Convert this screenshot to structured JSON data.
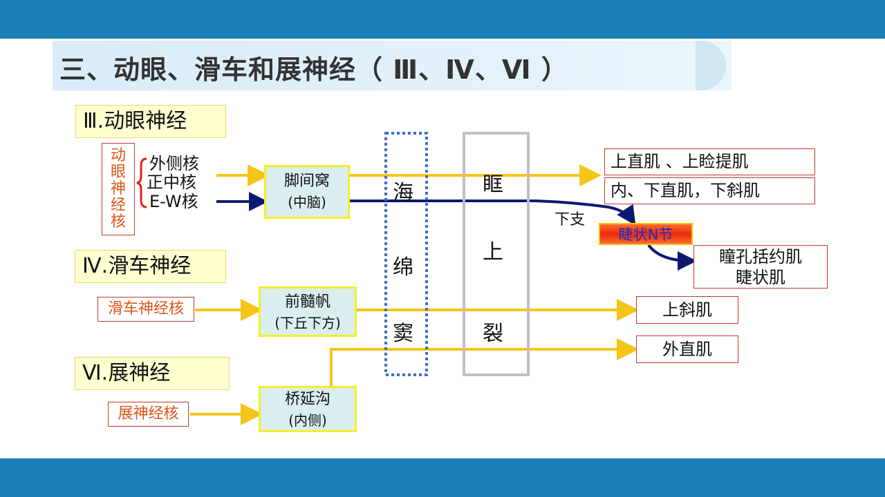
{
  "title": "三、动眼、滑车和展神经（ Ⅲ、Ⅳ、Ⅵ ）",
  "nerves": {
    "oculomotor": {
      "title": "Ⅲ.动眼神经",
      "nucleus_group": "动眼神经核",
      "nuclei": [
        "外侧核",
        "正中核",
        "E-W核"
      ],
      "location": [
        "脚间窝",
        "(中脑)"
      ],
      "branch_label": "下支",
      "targets": [
        "上直肌 、上睑提肌",
        "内、下直肌，下斜肌"
      ],
      "ganglion": "睫状N节",
      "ganglion_targets": [
        "瞳孔括约肌",
        "睫状肌"
      ]
    },
    "trochlear": {
      "title": "Ⅳ.滑车神经",
      "nucleus": "滑车神经核",
      "location": [
        "前髓帆",
        "(下丘下方)"
      ],
      "target": "上斜肌"
    },
    "abducens": {
      "title": "Ⅵ.展神经",
      "nucleus": "展神经核",
      "location": [
        "桥延沟",
        "(内侧)"
      ],
      "target": "外直肌"
    }
  },
  "structures": {
    "cavernous_sinus": [
      "海",
      "绵",
      "窦"
    ],
    "superior_orbital_fissure": [
      "眶",
      "上",
      "裂"
    ]
  },
  "colors": {
    "header_bar": "#1a7eb8",
    "yellow_arrow": "#f5c518",
    "navy_arrow": "#0b1a70"
  }
}
